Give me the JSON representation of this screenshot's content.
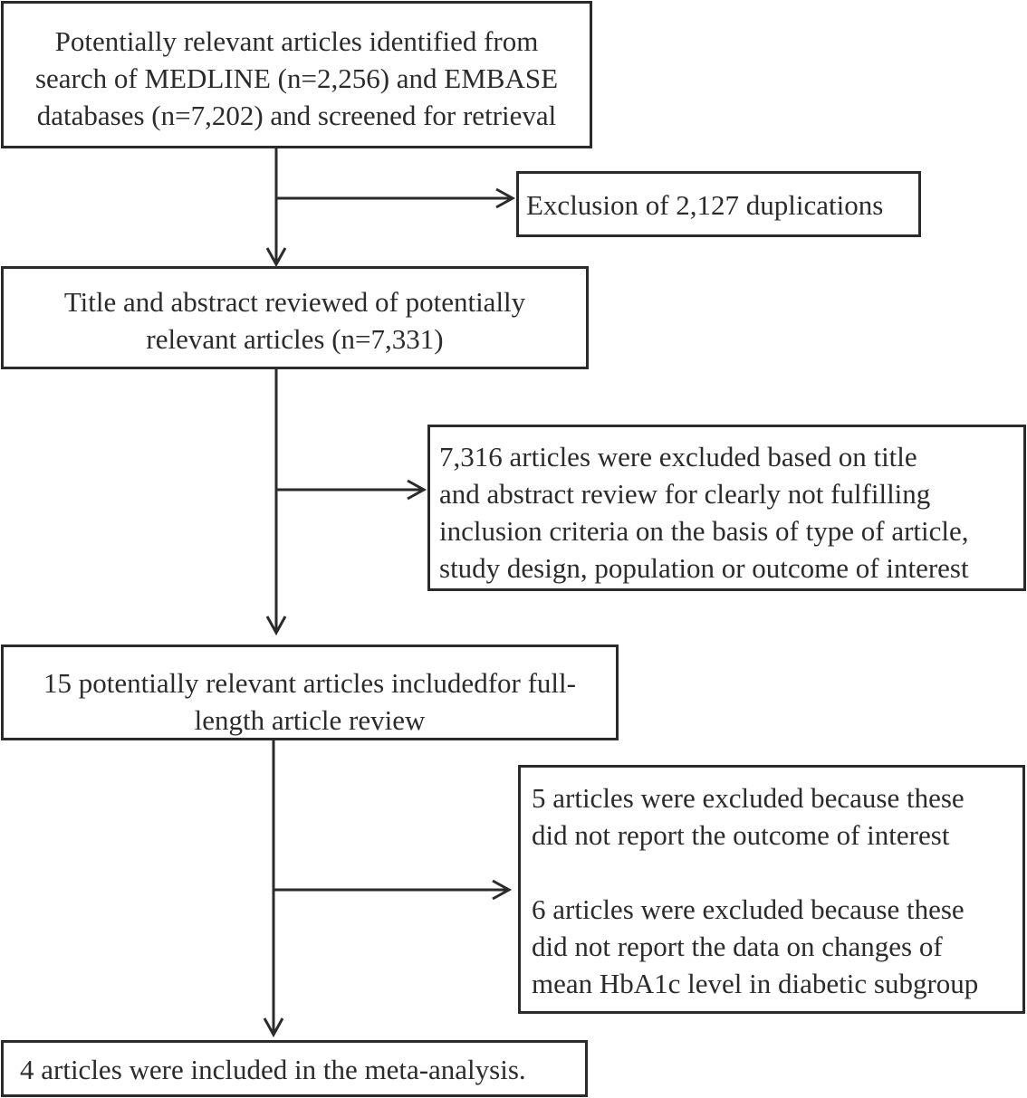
{
  "flowchart": {
    "box1": {
      "lines": [
        "Potentially relevant articles identified from",
        "search of MEDLINE (n=2,256) and EMBASE",
        "databases (n=7,202) and screened for retrieval"
      ]
    },
    "box2": {
      "lines": [
        "Exclusion of 2,127 duplications"
      ]
    },
    "box3": {
      "lines": [
        "Title and abstract reviewed of potentially",
        "relevant articles (n=7,331)"
      ]
    },
    "box4": {
      "lines": [
        "7,316 articles were excluded based on title",
        "and abstract review for clearly not fulfilling",
        "inclusion criteria on the basis of type of article,",
        "study design, population or outcome of interest"
      ]
    },
    "box5": {
      "lines": [
        "15 potentially relevant articles includedfor full-",
        "length article review"
      ]
    },
    "box6": {
      "para1": [
        "5 articles were excluded because these",
        "did not report the outcome of interest"
      ],
      "para2": [
        "6 articles were excluded because these",
        "did not report the data on changes of",
        "mean HbA1c level in diabetic subgroup"
      ]
    },
    "box7": {
      "lines": [
        "4 articles were included in the meta-analysis."
      ]
    }
  },
  "colors": {
    "stroke": "#2b2b2b",
    "background": "#ffffff"
  }
}
